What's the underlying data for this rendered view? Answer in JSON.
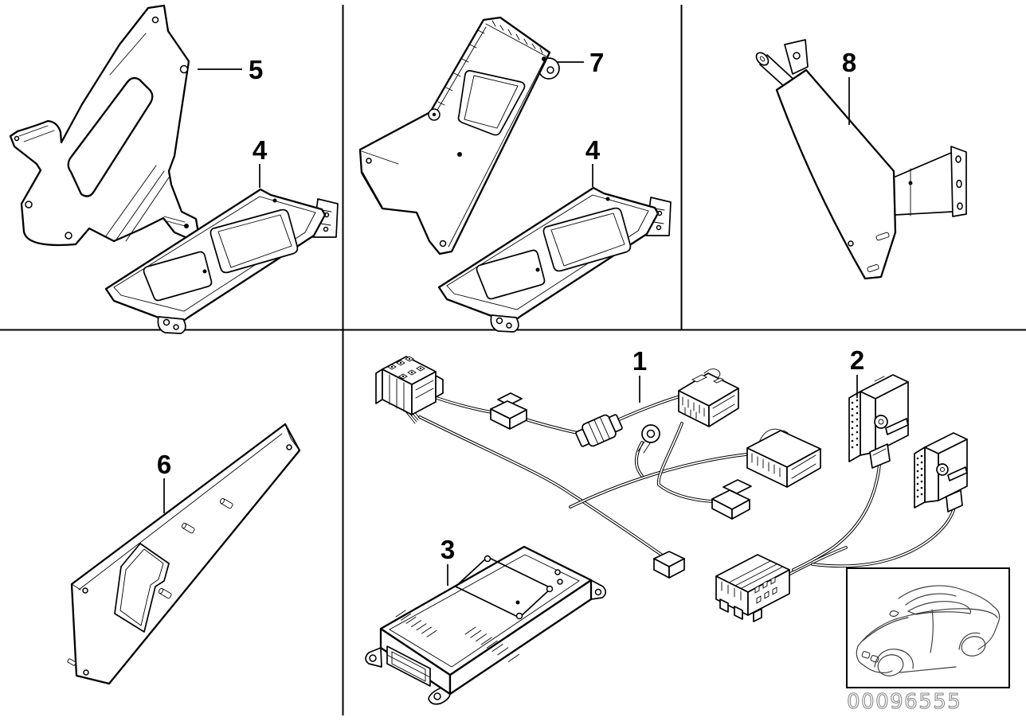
{
  "panels": {
    "top_left": {
      "part_labels": [
        "5",
        "4"
      ]
    },
    "top_middle": {
      "part_labels": [
        "7",
        "4"
      ]
    },
    "top_right": {
      "part_labels": [
        "8"
      ]
    },
    "bottom_left": {
      "part_labels": [
        "6"
      ]
    },
    "main": {
      "part_labels": [
        "1",
        "2",
        "3"
      ]
    }
  },
  "stamp": {
    "image_id": "00096555",
    "icon": "car-outline"
  },
  "colors": {
    "line": "#000000",
    "stamp_digits": "#8a8a8a",
    "background": "#ffffff"
  }
}
